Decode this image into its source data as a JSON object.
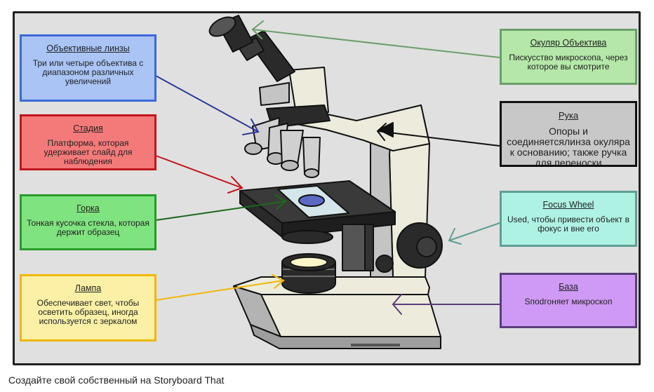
{
  "labels": {
    "objectives": {
      "title": "Объективные линзы",
      "desc": "Три или четыре объектива с диапазоном различных увеличений",
      "color": "#a9c4f5",
      "border": "#3b6ad6"
    },
    "stage": {
      "title": "Стадия",
      "desc": "Платформа, которая удерживает слайд для наблюдения",
      "color": "#f47a7a",
      "border": "#c0161c"
    },
    "slide": {
      "title": "Горка",
      "desc": "Тонкая кусочка стекла, которая держит образец",
      "color": "#7fe37f",
      "border": "#2a9a2a"
    },
    "lamp": {
      "title": "Лампа",
      "desc": "Обеспечивает свет, чтобы осветить образец, иногда используется с зеркалом",
      "color": "#fbf0a6",
      "border": "#f2b705"
    },
    "eyepiece": {
      "title": "Окуляр Объектива",
      "desc": "Пискусство микроскопа, через которое вы смотрите",
      "color": "#b5e8a8",
      "border": "#6a9f6a"
    },
    "arm": {
      "title": "Рука",
      "desc": "Опоры и соединяетсялинза окуляра к основанию; также ручка для переноски",
      "color": "#c8c8c8",
      "border": "#111111"
    },
    "focus": {
      "title": "Focus Wheel",
      "desc": "Used, чтобы привести объект в фокус и вне его",
      "color": "#aef2e4",
      "border": "#5f9e94"
    },
    "base": {
      "title": "База",
      "desc": "Sпodгоняет микроскоп",
      "color": "#cf9af5",
      "border": "#5a3d7a"
    }
  },
  "footer": "Создайте свой собственный на Storyboard That"
}
